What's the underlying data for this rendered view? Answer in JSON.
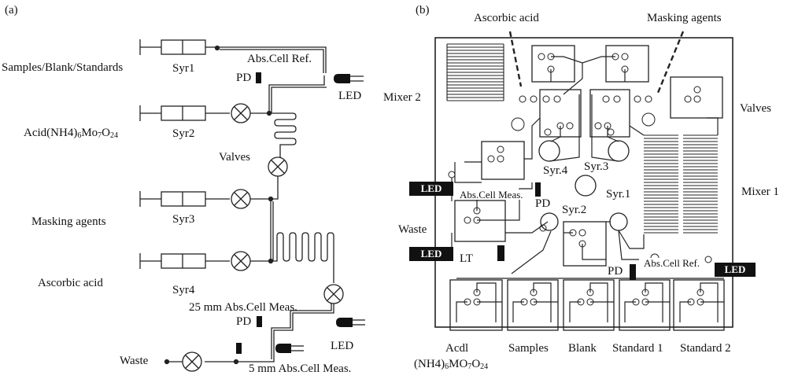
{
  "panel_a": {
    "label": "(a)",
    "samples": "Samples/Blank/Standards",
    "syr1": "Syr1",
    "abs_ref": "Abs.Cell Ref.",
    "pd1": "PD",
    "led1": "LED",
    "acid_main": "Acid(NH4)",
    "acid_s1": "6",
    "acid_mo": "Mo",
    "acid_s2": "7",
    "acid_o": "O",
    "acid_s3": "24",
    "syr2": "Syr2",
    "valves": "Valves",
    "masking": "Masking agents",
    "syr3": "Syr3",
    "ascorbic": "Ascorbic acid",
    "syr4": "Syr4",
    "meas25": "25 mm Abs.Cell Meas.",
    "pd2": "PD",
    "led2": "LED",
    "waste": "Waste",
    "meas5": "5 mm Abs.Cell Meas."
  },
  "panel_b": {
    "label": "(b)",
    "ascorbic": "Ascorbic acid",
    "masking": "Masking agents",
    "mixer2": "Mixer 2",
    "valves": "Valves",
    "syr4": "Syr.4",
    "syr3": "Syr.3",
    "mixer1": "Mixer 1",
    "led_left": "LED",
    "abs_meas": "Abs.Cell Meas.",
    "pd_top": "PD",
    "syr1": "Syr.1",
    "syr2": "Syr.2",
    "waste": "Waste",
    "led_lt": "LED",
    "lt": "LT",
    "pd_bottom": "PD",
    "abs_ref": "Abs.Cell Ref.",
    "led_right": "LED",
    "acdl": "Acdl",
    "nh4_a": "(NH4)",
    "nh4_s1": "6",
    "nh4_mo": "MO",
    "nh4_s2": "7",
    "nh4_o": "O",
    "nh4_s3": "24",
    "samples": "Samples",
    "blank": "Blank",
    "standard1": "Standard 1",
    "standard2": "Standard 2"
  }
}
